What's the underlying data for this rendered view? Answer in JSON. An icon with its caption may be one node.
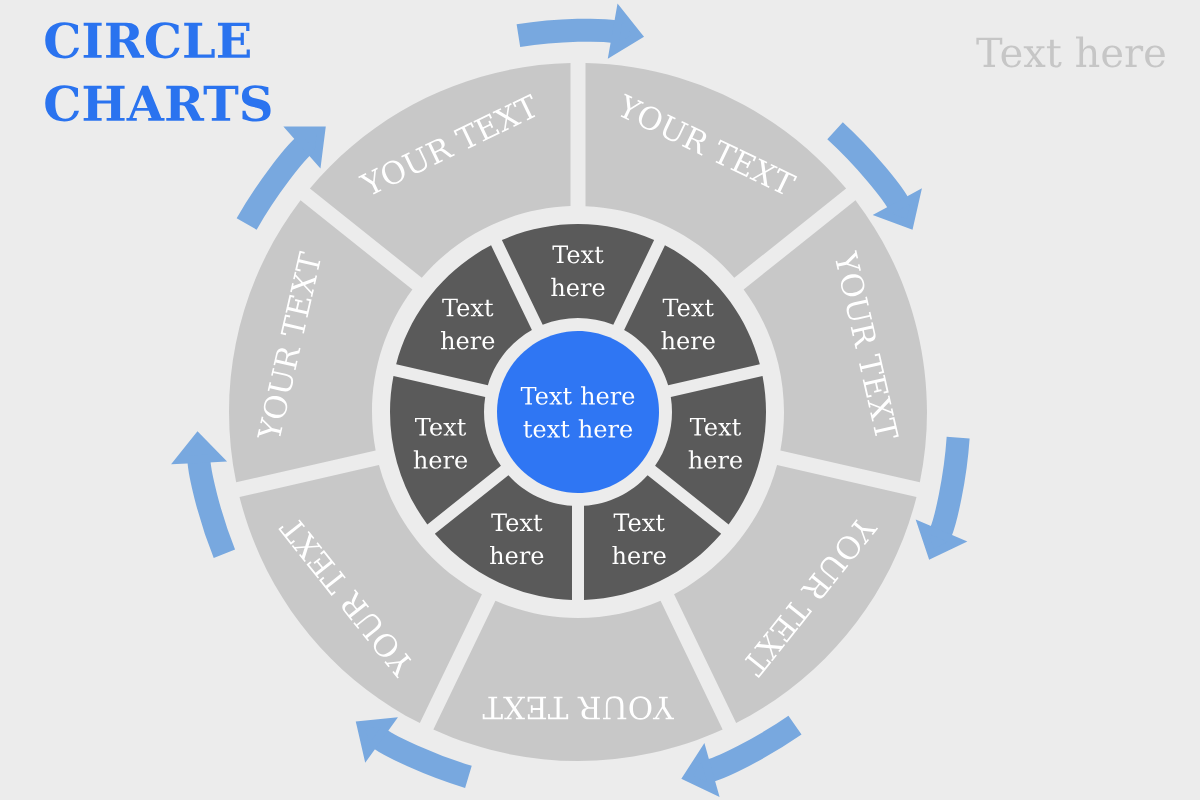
{
  "diagram": {
    "title": "CIRCLE CHARTS",
    "nodes": [
      {
        "text": [
          "YOUR TEXT"
        ]
      },
      {
        "text": [
          "YOUR TEXT"
        ]
      },
      {
        "text": [
          "YOUR TEXT"
        ]
      },
      {
        "text": [
          "YOUR TEXT"
        ]
      },
      {
        "text": [
          "YOUR TEXT"
        ]
      },
      {
        "text": [
          "YOUR TEXT"
        ]
      },
      {
        "text": [
          "YOUR TEXT"
        ]
      },
      {
        "text": [
          "Text here"
        ]
      },
      {
        "text": [
          "Text here"
        ]
      },
      {
        "text": [
          "Text here"
        ]
      },
      {
        "text": [
          "Text here"
        ]
      },
      {
        "text": [
          "Text here"
        ]
      },
      {
        "text": [
          "Text here"
        ]
      },
      {
        "text": [
          "Text here"
        ]
      },
      {
        "text": [
          "Text here text here"
        ]
      }
    ],
    "edges": [
      {
        "from": 0,
        "to": 1,
        "arrow": "to"
      },
      {
        "from": 1,
        "to": 2,
        "arrow": "to"
      },
      {
        "from": 2,
        "to": 3,
        "arrow": "to"
      },
      {
        "from": 3,
        "to": 4,
        "arrow": "to"
      },
      {
        "from": 4,
        "to": 5,
        "arrow": "to"
      },
      {
        "from": 5,
        "to": 6,
        "arrow": "to"
      },
      {
        "from": 6,
        "to": 0,
        "arrow": "to"
      }
    ],
    "labels": [
      "Text here"
    ]
  }
}
